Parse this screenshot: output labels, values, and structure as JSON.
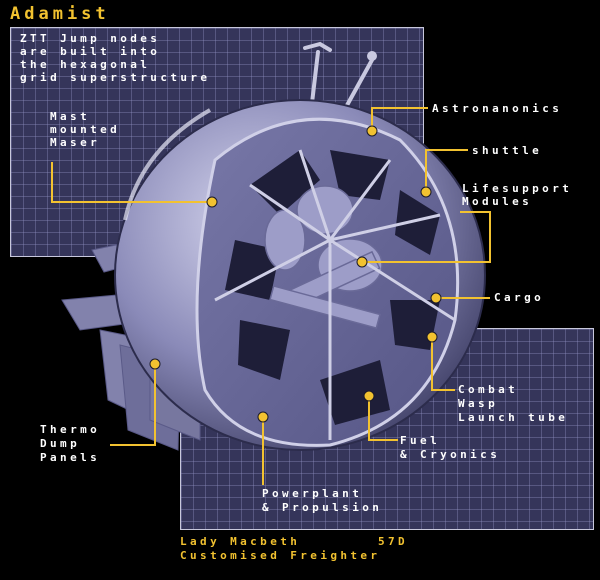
{
  "title": "Adamist",
  "intro": [
    "ZTT Jump nodes",
    "are built into",
    "the hexagonal",
    "grid superstructure"
  ],
  "labels": {
    "mast_maser": [
      "Mast",
      "mounted",
      "Maser"
    ],
    "astronanonics": "Astronanonics",
    "shuttle": "shuttle",
    "lifesupport": [
      "Lifesupport",
      "Modules"
    ],
    "cargo": "Cargo",
    "combat_wasp": [
      "Combat",
      "Wasp",
      "Launch tube"
    ],
    "fuel": [
      "Fuel",
      "& Cryonics"
    ],
    "thermo": [
      "Thermo",
      "Dump",
      "Panels"
    ],
    "powerplant": "Powerplant",
    "propulsion": "& Propulsion"
  },
  "caption": {
    "name": "Lady Macbeth",
    "code": "57D",
    "type": "Customised Freighter"
  },
  "colors": {
    "accent": "#f2c230",
    "panel": "#35355a",
    "hull": "#8a8ab8",
    "background": "#000000"
  }
}
